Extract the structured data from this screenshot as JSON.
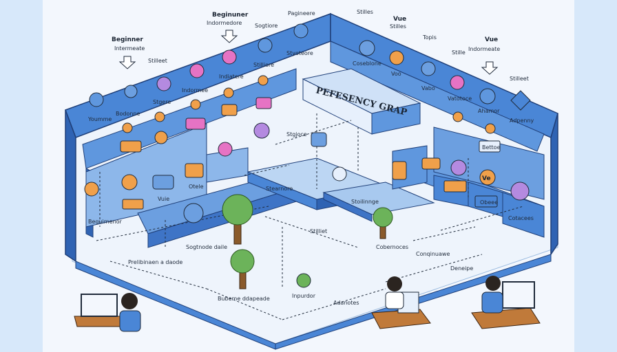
{
  "title": "PEFESENCY GRAP",
  "labels": {
    "beginner_left": "Beginner",
    "intermediate_left": "Intermeate",
    "beginner_top": "Beginuner",
    "intermediate_top": "Indormedore",
    "beginner_top2": "Sogtiore",
    "paginnere": "Pagineere",
    "stilles_top": "Stilles",
    "vue_top": "Vue",
    "stilles_top2": "Stilles",
    "topis": "Topis",
    "vue_right": "Vue",
    "intermediate_right": "Indormeate",
    "stille_right": "Stille",
    "stillest": "Stilleet",
    "youmme": "Youmme",
    "bodonne": "Bodonne",
    "stgere": "Stgere",
    "indomee": "Indormee",
    "indiatere": "Indiatere",
    "stilliore": "Stilliore",
    "styoteore": "Styoteore",
    "cosebone": "Coseblone",
    "voo": "Voo",
    "vabo": "Vabo",
    "voletoce": "Vatotoce",
    "ahamor": "Ahamor",
    "adpenny": "Adpenny",
    "stgjoce": "Stgjoce",
    "stearnore": "Stearnore",
    "stoilinnge": "Stoilinnge",
    "stilliet": "Stilliet",
    "cotaces": "Cotacees",
    "begulmenor": "Beguimenor",
    "sogbole": "Sogtnode daile",
    "prelude": "Prelibinaen a daode",
    "bubeme": "Bubeme ddapeade",
    "inpurdor": "Inpurdor",
    "adanotes": "Adanotes",
    "conpinoe": "Conqinuawe",
    "denetie": "Deneipe",
    "cobernoce": "Cobernoces",
    "bettoe": "Bettoe",
    "vuie": "Vuie",
    "otele": "Otele",
    "ve": "Ve",
    "oebee": "Obeee"
  },
  "colors": {
    "wall": "#4a86d6",
    "wall_dark": "#2f63b3",
    "floor": "#eef4fc",
    "platform": "#bcd6f3",
    "accent_orange": "#f0a04a",
    "accent_purple": "#b48ae0",
    "accent_pink": "#e673c4"
  }
}
